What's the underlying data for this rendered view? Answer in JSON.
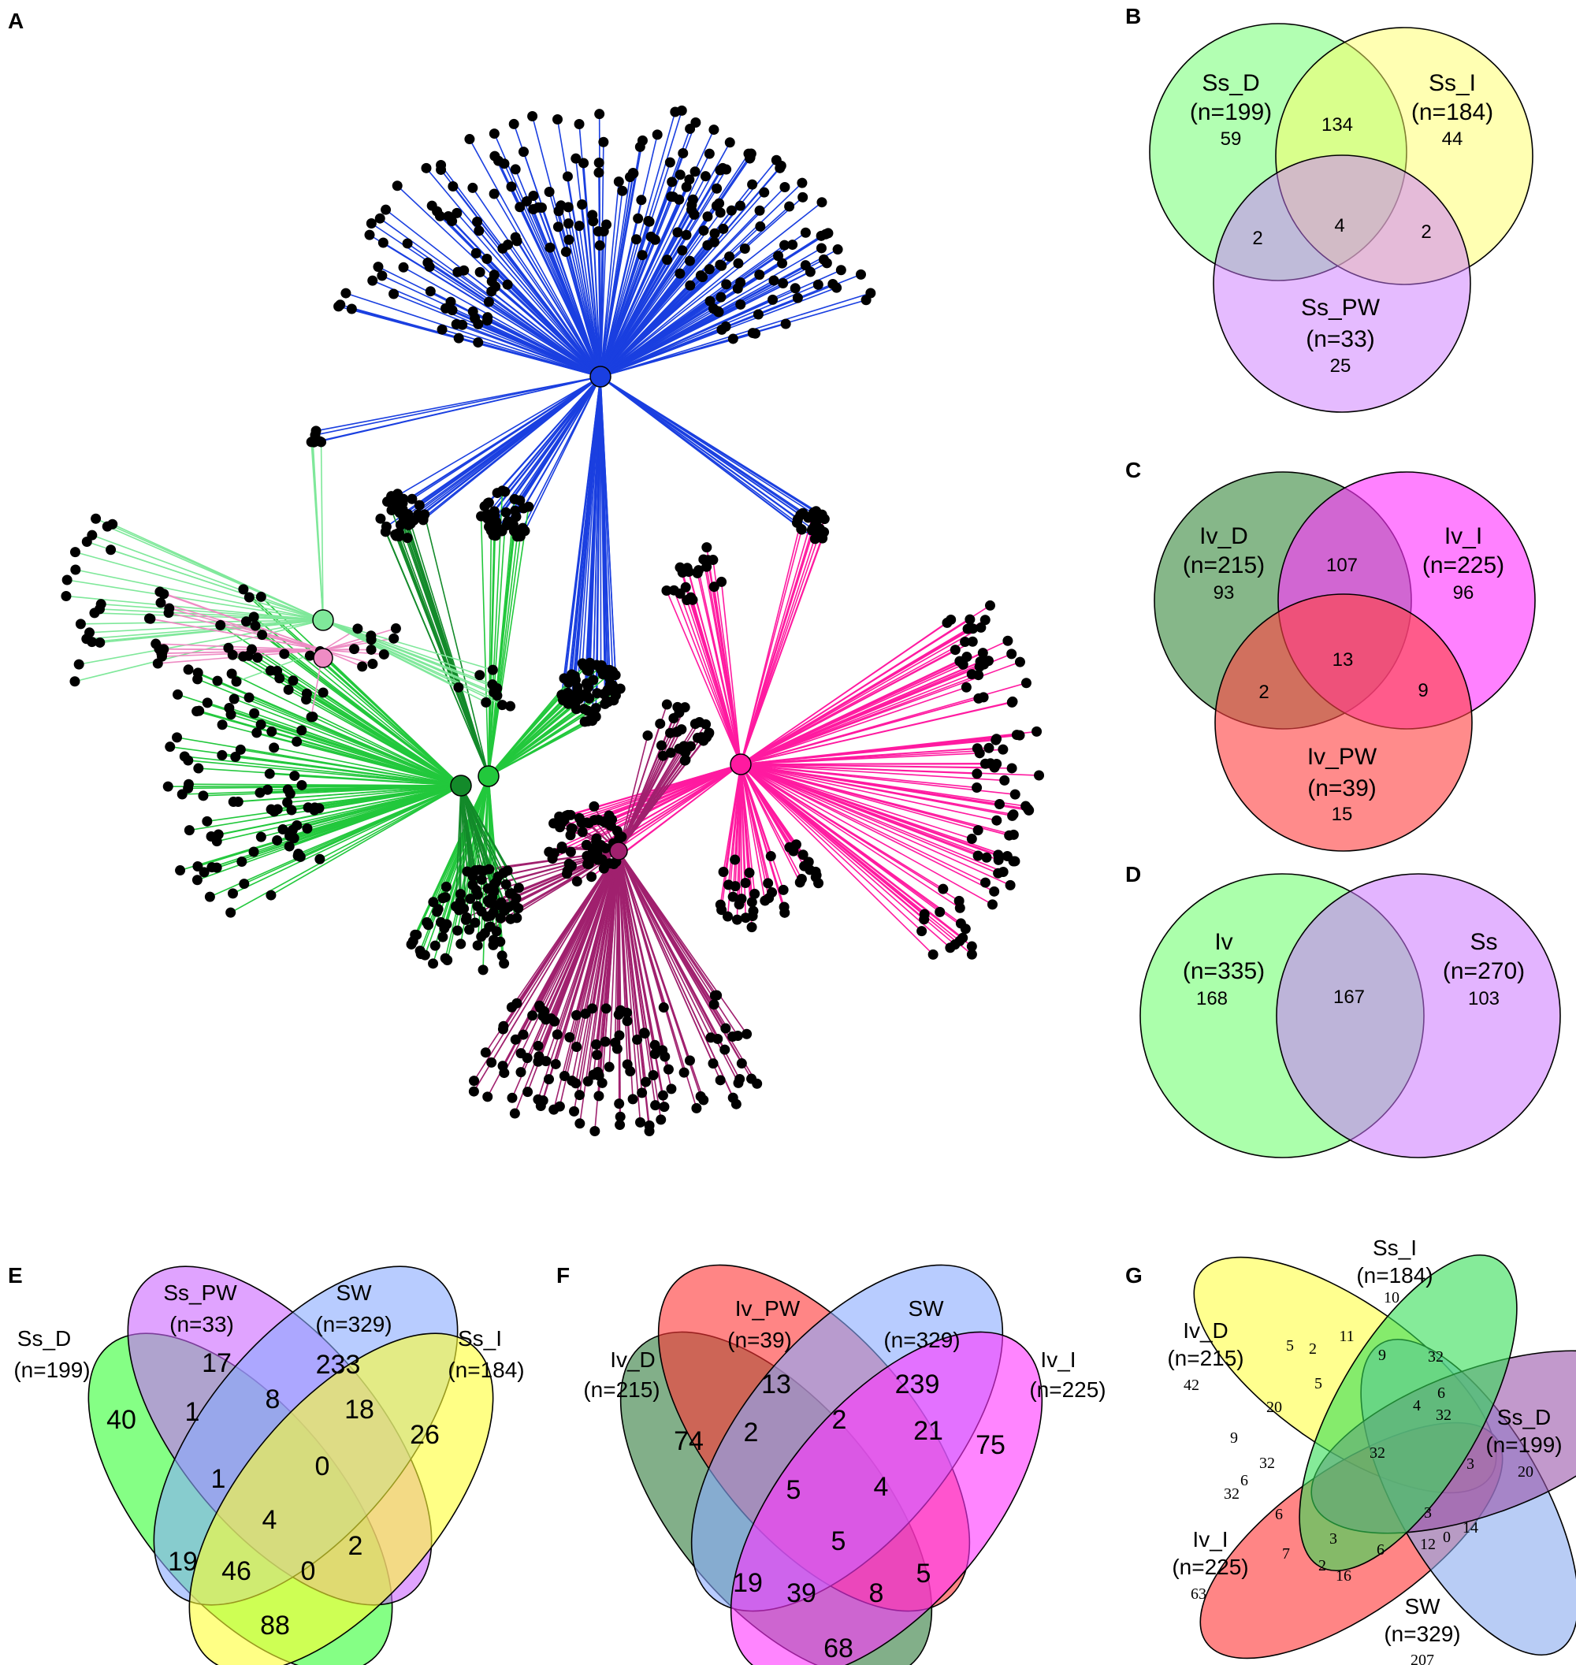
{
  "panel_labels": {
    "a": "A",
    "b": "B",
    "c": "C",
    "d": "D",
    "e": "E",
    "f": "F",
    "g": "G"
  },
  "hub_colors": {
    "blue": "#1a3fe0",
    "magenta": "#ff1aa0",
    "plum": "#a0206e",
    "green": "#22c83c",
    "darkgreen": "#138a2a",
    "lightgreen": "#7fe89a",
    "pink": "#ee8cc4"
  },
  "venn_b": {
    "sets": [
      {
        "name": "Ss_D",
        "n": "(n=199)",
        "color": "#66ff66"
      },
      {
        "name": "Ss_I",
        "n": "(n=184)",
        "color": "#ffff66"
      },
      {
        "name": "Ss_PW",
        "n": "(n=33)",
        "color": "#cc77ff"
      }
    ],
    "regions": {
      "a_only": "59",
      "b_only": "44",
      "c_only": "25",
      "ab": "134",
      "ac": "2",
      "bc": "2",
      "abc": "4"
    }
  },
  "venn_c": {
    "sets": [
      {
        "name": "Iv_D",
        "n": "(n=215)",
        "color": "#3b8a40"
      },
      {
        "name": "Iv_I",
        "n": "(n=225)",
        "color": "#ff33ff"
      },
      {
        "name": "Iv_PW",
        "n": "(n=39)",
        "color": "#ff4444"
      }
    ],
    "regions": {
      "a_only": "93",
      "b_only": "96",
      "c_only": "15",
      "ab": "107",
      "ac": "2",
      "bc": "9",
      "abc": "13"
    }
  },
  "venn_d": {
    "sets": [
      {
        "name": "Iv",
        "n": "(n=335)",
        "color": "#66ff66"
      },
      {
        "name": "Ss",
        "n": "(n=270)",
        "color": "#cc77ff"
      }
    ],
    "regions": {
      "a_only": "168",
      "b_only": "103",
      "ab": "167"
    }
  },
  "venn_e": {
    "sets": [
      {
        "name": "Ss_D",
        "n": "(n=199)",
        "color": "#33ff33"
      },
      {
        "name": "Ss_PW",
        "n": "(n=33)",
        "color": "#cc66ff"
      },
      {
        "name": "SW",
        "n": "(n=329)",
        "color": "#88aaff"
      },
      {
        "name": "Ss_I",
        "n": "(n=184)",
        "color": "#ffff33"
      }
    ],
    "regions": [
      "40",
      "17",
      "233",
      "26",
      "1",
      "8",
      "18",
      "1",
      "0",
      "4",
      "19",
      "2",
      "46",
      "0",
      "88"
    ]
  },
  "venn_f": {
    "sets": [
      {
        "name": "Iv_D",
        "n": "(n=215)",
        "color": "#2f7a3a"
      },
      {
        "name": "Iv_PW",
        "n": "(n=39)",
        "color": "#ff3333"
      },
      {
        "name": "SW",
        "n": "(n=329)",
        "color": "#88aaff"
      },
      {
        "name": "Iv_I",
        "n": "(n=225)",
        "color": "#ff33ff"
      }
    ],
    "regions": [
      "74",
      "13",
      "239",
      "75",
      "2",
      "2",
      "21",
      "5",
      "4",
      "5",
      "19",
      "39",
      "8",
      "5",
      "68"
    ]
  },
  "venn_g": {
    "sets": [
      {
        "name": "Ss_I",
        "n": "(n=184)",
        "color": "#33dd55"
      },
      {
        "name": "Iv_D",
        "n": "(n=215)",
        "color": "#ffff44"
      },
      {
        "name": "Ss_D",
        "n": "(n=199)",
        "color": "#9955aa"
      },
      {
        "name": "Iv_I",
        "n": "(n=225)",
        "color": "#ff3333"
      },
      {
        "name": "SW",
        "n": "(n=329)",
        "color": "#88aaee"
      }
    ],
    "regions": [
      "10",
      "42",
      "20",
      "63",
      "207",
      "11",
      "5",
      "2",
      "9",
      "32",
      "5",
      "4",
      "32",
      "6",
      "20",
      "9",
      "32",
      "32",
      "3",
      "6",
      "32",
      "6",
      "3",
      "0",
      "14",
      "7",
      "3",
      "6",
      "12",
      "2",
      "16"
    ]
  }
}
